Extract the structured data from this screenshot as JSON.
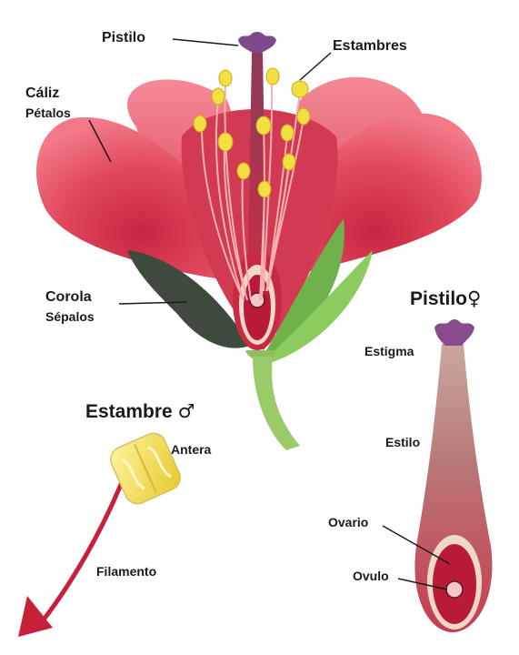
{
  "labels": {
    "pistilo": "Pistilo",
    "estambres": "Estambres",
    "caliz": "Cáliz",
    "petalos": "Pétalos",
    "corola": "Corola",
    "sepalos": "Sépalos",
    "pistilo_detail": "Pistilo",
    "female_symbol": "♀",
    "estigma": "Estigma",
    "estilo": "Estilo",
    "ovario": "Ovario",
    "ovulo": "Ovulo",
    "estambre_detail": "Estambre",
    "male_symbol": "♂",
    "antera": "Antera",
    "filamento": "Filamento"
  },
  "colors": {
    "petal_light": "#f07a86",
    "petal_mid": "#e04a5c",
    "petal_dark": "#b8203a",
    "sepal_green": "#6db24a",
    "sepal_dark": "#3d4a3a",
    "stigma_purple": "#8a4a8e",
    "anther_yellow": "#f2e040",
    "stem_green": "#8fbf5a"
  }
}
